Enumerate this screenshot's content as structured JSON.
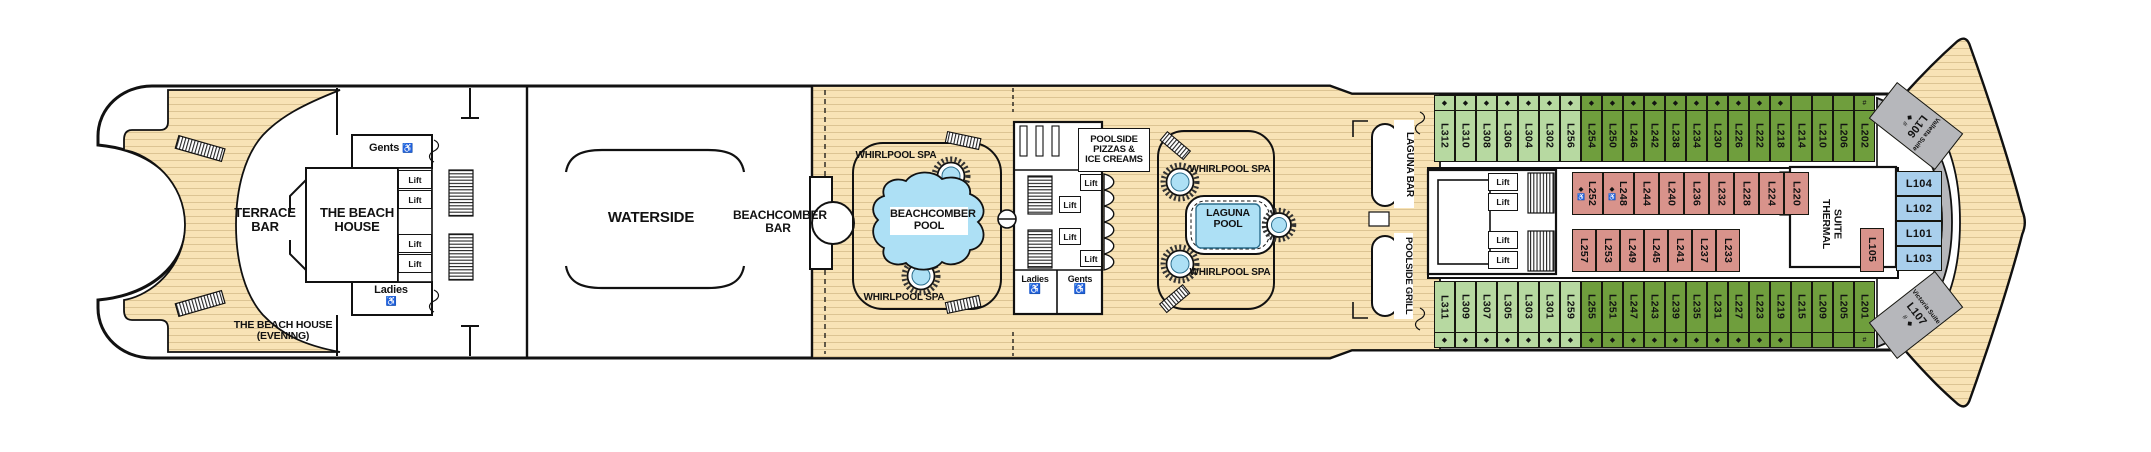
{
  "labels": {
    "terrace_bar": "TERRACE BAR",
    "beach_house": "THE BEACH HOUSE",
    "beach_house_evening_1": "THE BEACH HOUSE",
    "beach_house_evening_2": "(EVENING)",
    "gents": "Gents",
    "ladies": "Ladies",
    "lift": "Lift",
    "waterside": "WATERSIDE",
    "beachcomber_bar": "BEACHCOMBER BAR",
    "whirlpool_spa": "WHIRLPOOL SPA",
    "beachcomber_pool_1": "BEACHCOMBER",
    "beachcomber_pool_2": "POOL",
    "poolside_pizzas_1": "POOLSIDE",
    "poolside_pizzas_2": "PIZZAS &",
    "poolside_pizzas_3": "ICE CREAMS",
    "laguna_pool_1": "LAGUNA",
    "laguna_pool_2": "POOL",
    "laguna_bar": "LAGUNA BAR",
    "poolside_grill": "POOLSIDE GRILL",
    "thermal_1": "THERMAL",
    "thermal_2": "SUITE"
  },
  "symbols": {
    "diamond": "◆",
    "hash": "#",
    "accessible": "♿"
  },
  "cabins": {
    "top_outer": [
      {
        "id": "L312",
        "shade": "light",
        "sym": "diamond"
      },
      {
        "id": "L310",
        "shade": "light",
        "sym": "diamond"
      },
      {
        "id": "L308",
        "shade": "light",
        "sym": "diamond"
      },
      {
        "id": "L306",
        "shade": "light",
        "sym": "diamond"
      },
      {
        "id": "L304",
        "shade": "light",
        "sym": "diamond"
      },
      {
        "id": "L302",
        "shade": "light",
        "sym": "diamond"
      },
      {
        "id": "L256",
        "shade": "light",
        "sym": "diamond"
      },
      {
        "id": "L254",
        "shade": "dark",
        "sym": "diamond"
      },
      {
        "id": "L250",
        "shade": "dark",
        "sym": "diamond"
      },
      {
        "id": "L246",
        "shade": "dark",
        "sym": "diamond"
      },
      {
        "id": "L242",
        "shade": "dark",
        "sym": "diamond"
      },
      {
        "id": "L238",
        "shade": "dark",
        "sym": "diamond"
      },
      {
        "id": "L234",
        "shade": "dark",
        "sym": "diamond"
      },
      {
        "id": "L230",
        "shade": "dark",
        "sym": "diamond"
      },
      {
        "id": "L226",
        "shade": "dark",
        "sym": "diamond"
      },
      {
        "id": "L222",
        "shade": "dark",
        "sym": "diamond"
      },
      {
        "id": "L218",
        "shade": "dark",
        "sym": "diamond"
      },
      {
        "id": "L214",
        "shade": "dark",
        "sym": null
      },
      {
        "id": "L210",
        "shade": "dark",
        "sym": null
      },
      {
        "id": "L206",
        "shade": "dark",
        "sym": null
      },
      {
        "id": "L202",
        "shade": "dark",
        "sym": "hash"
      }
    ],
    "bottom_outer": [
      {
        "id": "L311",
        "shade": "light",
        "sym": "diamond"
      },
      {
        "id": "L309",
        "shade": "light",
        "sym": "diamond"
      },
      {
        "id": "L307",
        "shade": "light",
        "sym": "diamond"
      },
      {
        "id": "L305",
        "shade": "light",
        "sym": "diamond"
      },
      {
        "id": "L303",
        "shade": "light",
        "sym": "diamond"
      },
      {
        "id": "L301",
        "shade": "light",
        "sym": "diamond"
      },
      {
        "id": "L259",
        "shade": "light",
        "sym": "diamond"
      },
      {
        "id": "L255",
        "shade": "dark",
        "sym": "diamond"
      },
      {
        "id": "L251",
        "shade": "dark",
        "sym": "diamond"
      },
      {
        "id": "L247",
        "shade": "dark",
        "sym": "diamond"
      },
      {
        "id": "L243",
        "shade": "dark",
        "sym": "diamond"
      },
      {
        "id": "L239",
        "shade": "dark",
        "sym": "diamond"
      },
      {
        "id": "L235",
        "shade": "dark",
        "sym": "diamond"
      },
      {
        "id": "L231",
        "shade": "dark",
        "sym": "diamond"
      },
      {
        "id": "L227",
        "shade": "dark",
        "sym": "diamond"
      },
      {
        "id": "L223",
        "shade": "dark",
        "sym": "diamond"
      },
      {
        "id": "L219",
        "shade": "dark",
        "sym": "diamond"
      },
      {
        "id": "L215",
        "shade": "dark",
        "sym": null
      },
      {
        "id": "L209",
        "shade": "dark",
        "sym": null
      },
      {
        "id": "L205",
        "shade": "dark",
        "sym": null
      },
      {
        "id": "L201",
        "shade": "dark",
        "sym": "hash"
      }
    ],
    "inner_top": [
      {
        "id": "L252",
        "shade": "red",
        "accessible": true
      },
      {
        "id": "L248",
        "shade": "red",
        "accessible": true
      },
      {
        "id": "L244",
        "shade": "red"
      },
      {
        "id": "L240",
        "shade": "red"
      },
      {
        "id": "L236",
        "shade": "red"
      },
      {
        "id": "L232",
        "shade": "red"
      },
      {
        "id": "L228",
        "shade": "red"
      },
      {
        "id": "L224",
        "shade": "red"
      },
      {
        "id": "L220",
        "shade": "red"
      }
    ],
    "inner_bottom": [
      {
        "id": "L257",
        "shade": "red"
      },
      {
        "id": "L253",
        "shade": "red"
      },
      {
        "id": "L249",
        "shade": "red"
      },
      {
        "id": "L245",
        "shade": "red"
      },
      {
        "id": "L241",
        "shade": "red"
      },
      {
        "id": "L237",
        "shade": "red"
      },
      {
        "id": "L233",
        "shade": "red"
      }
    ],
    "forward": [
      {
        "id": "L104",
        "shade": "blue"
      },
      {
        "id": "L102",
        "shade": "blue"
      },
      {
        "id": "L101",
        "shade": "blue"
      },
      {
        "id": "L103",
        "shade": "blue"
      }
    ],
    "midship_single": {
      "id": "L105",
      "shade": "red"
    },
    "suites": [
      {
        "id": "L106",
        "name": "Valletta Suite",
        "syms": "◆ #"
      },
      {
        "id": "L107",
        "name": "Victoria Suite",
        "syms": "# ◆"
      }
    ]
  },
  "colors": {
    "deck": "#f8e3b6",
    "deck_line": "#dcc493",
    "light_green": "#b7d9a1",
    "dark_green": "#6f9e3d",
    "cabin_red": "#d8938b",
    "cabin_blue": "#a9cfec",
    "suite_gray": "#b6b7bb",
    "pool_blue": "#ade0f5",
    "outline": "#111111"
  }
}
